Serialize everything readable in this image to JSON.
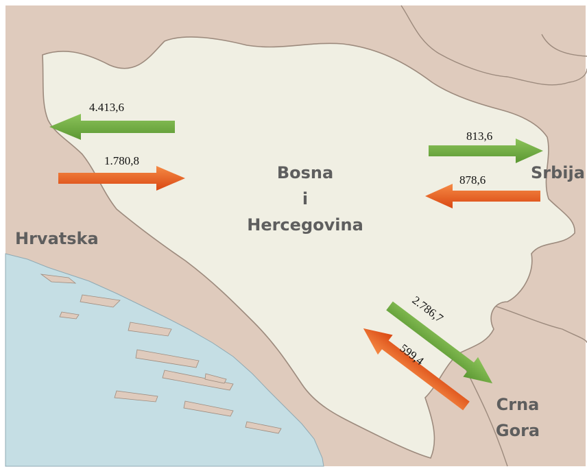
{
  "map": {
    "colors": {
      "sea": "#c5dee4",
      "neighbor_land": "#dfcbbd",
      "bih_land": "#f0efe3",
      "border": "#9c8a7d",
      "coast": "#8fa9b3",
      "export_arrow": "#6fab3f",
      "import_arrow": "#ea5a1c",
      "label": "#5e5e5e"
    },
    "countries": {
      "bih_line1": "Bosna",
      "bih_line2": "i",
      "bih_line3": "Hercegovina",
      "croatia": "Hrvatska",
      "serbia": "Srbija",
      "montenegro_line1": "Crna",
      "montenegro_line2": "Gora"
    },
    "flows": {
      "croatia_export": {
        "value": "4.413,6",
        "color": "green"
      },
      "croatia_import": {
        "value": "1.780,8",
        "color": "orange"
      },
      "serbia_export": {
        "value": "813,6",
        "color": "green"
      },
      "serbia_import": {
        "value": "878,6",
        "color": "orange"
      },
      "montenegro_export": {
        "value": "2.786,7",
        "color": "green"
      },
      "montenegro_import": {
        "value": "599,4",
        "color": "orange"
      }
    }
  }
}
